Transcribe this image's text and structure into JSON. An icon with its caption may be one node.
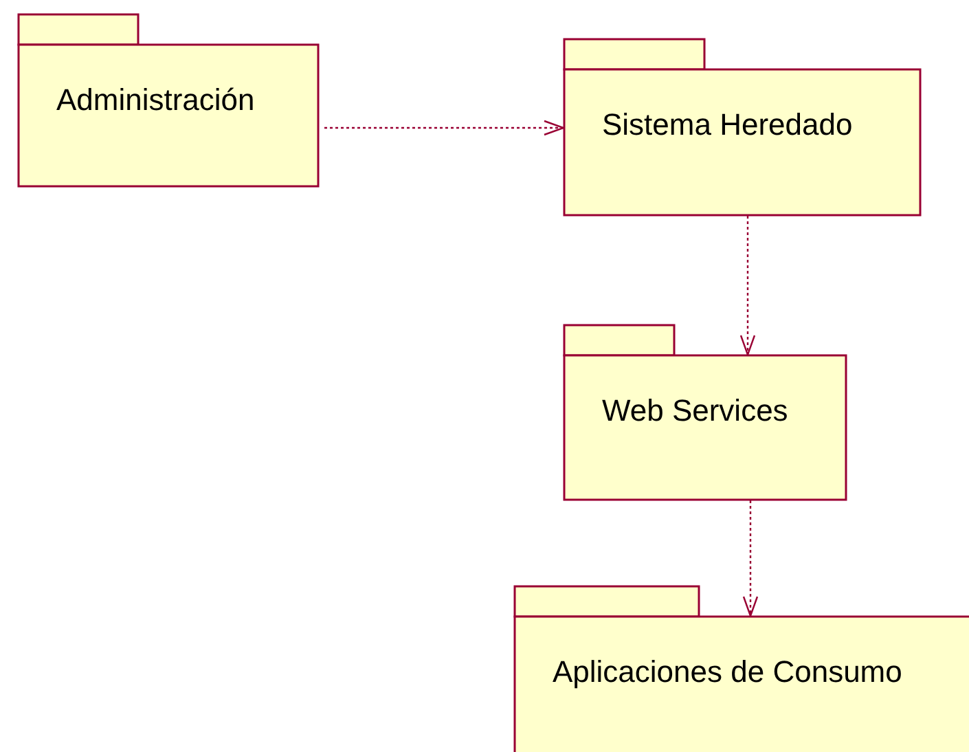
{
  "diagram": {
    "nodes": [
      {
        "text": [
          "Administración"
        ]
      },
      {
        "text": [
          "Sistema Heredado"
        ]
      },
      {
        "text": [
          "Web Services"
        ]
      },
      {
        "text": [
          "Aplicaciones de Consumo"
        ]
      }
    ],
    "edges": [
      {
        "from": 0,
        "to": 1,
        "arrow": "to",
        "style": "dashed"
      },
      {
        "from": 1,
        "to": 2,
        "arrow": "to",
        "style": "dashed"
      },
      {
        "from": 2,
        "to": 3,
        "arrow": "to",
        "style": "dashed"
      }
    ]
  }
}
